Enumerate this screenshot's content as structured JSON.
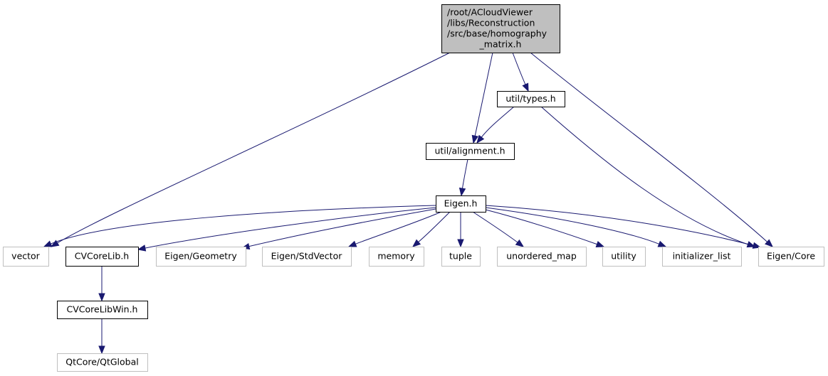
{
  "diagram": {
    "type": "include-dependency-graph",
    "colors": {
      "edge": "#191970",
      "root_fill": "#bfbfbf",
      "internal_border": "#000000",
      "external_border": "#bfbfbf"
    },
    "nodes": [
      {
        "id": "root",
        "kind": "root",
        "lines": [
          "/root/ACloudViewer",
          "/libs/Reconstruction",
          "/src/base/homography",
          "_matrix.h"
        ]
      },
      {
        "id": "types",
        "kind": "internal",
        "lines": [
          "util/types.h"
        ]
      },
      {
        "id": "alignment",
        "kind": "internal",
        "lines": [
          "util/alignment.h"
        ]
      },
      {
        "id": "eigen",
        "kind": "internal",
        "lines": [
          "Eigen.h"
        ]
      },
      {
        "id": "vector",
        "kind": "external",
        "lines": [
          "vector"
        ]
      },
      {
        "id": "cvcorelib",
        "kind": "internal",
        "lines": [
          "CVCoreLib.h"
        ]
      },
      {
        "id": "geometry",
        "kind": "external",
        "lines": [
          "Eigen/Geometry"
        ]
      },
      {
        "id": "stdvector",
        "kind": "external",
        "lines": [
          "Eigen/StdVector"
        ]
      },
      {
        "id": "memory",
        "kind": "external",
        "lines": [
          "memory"
        ]
      },
      {
        "id": "tuple",
        "kind": "external",
        "lines": [
          "tuple"
        ]
      },
      {
        "id": "unordered_map",
        "kind": "external",
        "lines": [
          "unordered_map"
        ]
      },
      {
        "id": "utility",
        "kind": "external",
        "lines": [
          "utility"
        ]
      },
      {
        "id": "initializer_list",
        "kind": "external",
        "lines": [
          "initializer_list"
        ]
      },
      {
        "id": "eigencore",
        "kind": "external",
        "lines": [
          "Eigen/Core"
        ]
      },
      {
        "id": "cvcorelibwin",
        "kind": "internal",
        "lines": [
          "CVCoreLibWin.h"
        ]
      },
      {
        "id": "qtglobal",
        "kind": "external",
        "lines": [
          "QtCore/QtGlobal"
        ]
      }
    ],
    "edges": [
      {
        "from": "root",
        "to": "vector"
      },
      {
        "from": "root",
        "to": "alignment"
      },
      {
        "from": "root",
        "to": "types"
      },
      {
        "from": "root",
        "to": "eigencore"
      },
      {
        "from": "types",
        "to": "alignment"
      },
      {
        "from": "types",
        "to": "eigencore"
      },
      {
        "from": "alignment",
        "to": "eigen"
      },
      {
        "from": "eigen",
        "to": "vector"
      },
      {
        "from": "eigen",
        "to": "cvcorelib"
      },
      {
        "from": "eigen",
        "to": "geometry"
      },
      {
        "from": "eigen",
        "to": "stdvector"
      },
      {
        "from": "eigen",
        "to": "memory"
      },
      {
        "from": "eigen",
        "to": "tuple"
      },
      {
        "from": "eigen",
        "to": "unordered_map"
      },
      {
        "from": "eigen",
        "to": "utility"
      },
      {
        "from": "eigen",
        "to": "initializer_list"
      },
      {
        "from": "eigen",
        "to": "eigencore"
      },
      {
        "from": "cvcorelib",
        "to": "cvcorelibwin"
      },
      {
        "from": "cvcorelibwin",
        "to": "qtglobal"
      }
    ]
  }
}
